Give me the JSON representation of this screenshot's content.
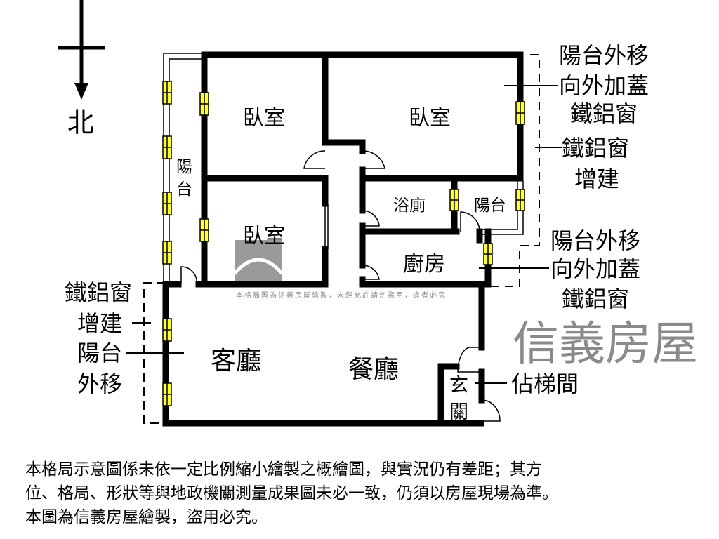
{
  "compass": {
    "north_label": "北"
  },
  "rooms": {
    "bedroom_1": "臥室",
    "bedroom_2": "臥室",
    "bedroom_3": "臥室",
    "balcony_west": [
      "陽",
      "台"
    ],
    "bathroom": "浴廁",
    "balcony_small": "陽台",
    "kitchen": "廚房",
    "living_room": "客廳",
    "dining_room": "餐廳",
    "entrance": [
      "玄",
      "關"
    ]
  },
  "annotations": {
    "top_right_1": [
      "陽台外移",
      "向外加蓋",
      "鐵鋁窗"
    ],
    "top_right_2": [
      "鐵鋁窗",
      "增建"
    ],
    "mid_right_1": "陽台外移",
    "mid_right_2": [
      "向外加蓋",
      "鐵鋁窗"
    ],
    "left_1": [
      "鐵鋁窗",
      "增建"
    ],
    "left_2": [
      "陽台",
      "外移"
    ],
    "stair": "佔梯間"
  },
  "watermark": {
    "brand": "信義房屋",
    "notice": "本格局圖為信義房屋繪製，未經允許請勿盜用，違者必究"
  },
  "disclaimer": [
    "本格局示意圖係未依一定比例縮小繪製之概繪圖，與實況仍有差距；其方",
    "位、格局、形狀等與地政機關測量成果圖未必一致，仍須以房屋現場為準。",
    "本圖為信義房屋繪製，盜用必究。"
  ],
  "colors": {
    "wall": "#000000",
    "window": "#ffff33",
    "watermark": "#8a8a8a"
  }
}
